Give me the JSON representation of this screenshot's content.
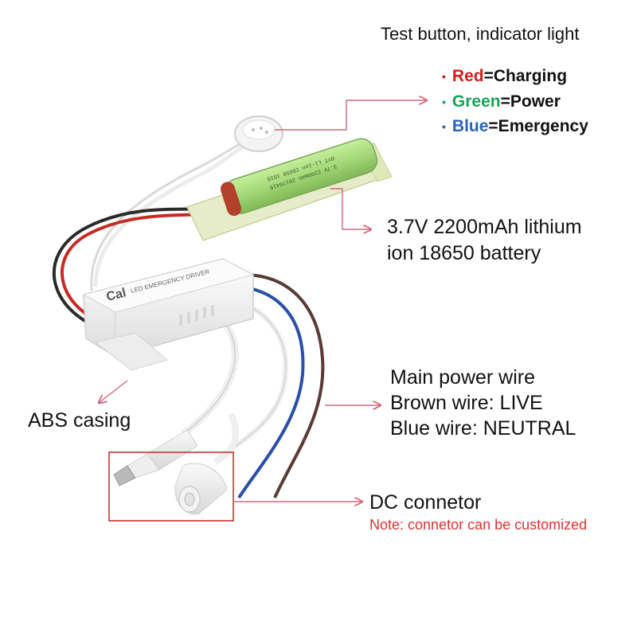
{
  "test_button": {
    "title": "Test button, indicator light",
    "legend": [
      {
        "color_word": "Red",
        "meaning": "=Charging",
        "color": "#d41c1c"
      },
      {
        "color_word": "Green",
        "meaning": "=Power",
        "color": "#19a35b"
      },
      {
        "color_word": "Blue",
        "meaning": "=Emergency",
        "color": "#2864b8"
      }
    ]
  },
  "battery": {
    "line1": "3.7V 2200mAh lithium",
    "line2": "ion 18650 battery",
    "print_line1": "RYT Li-ion 18650 1D1S",
    "print_line2": "3.7V 2200mAh 20170419"
  },
  "power_wire": {
    "line1": "Main power wire",
    "line2": "Brown wire: LIVE",
    "line3": "Blue wire: NEUTRAL"
  },
  "casing": {
    "label": "ABS casing"
  },
  "driver": {
    "brand": "Cal",
    "product": "LED EMERGENCY DRIVER"
  },
  "connector": {
    "label": "DC connetor",
    "note": "Note: connetor can be customized"
  },
  "colors": {
    "callout": "#d06a7a",
    "highlight_box": "#c83232",
    "battery_green": "#a9df7c",
    "wire_brown": "#5a3a36",
    "wire_blue": "#2a4fa8",
    "wire_red": "#c72a22",
    "wire_black": "#2a2a2a",
    "casing": "#f3f3f3",
    "note_red": "#e03030"
  }
}
